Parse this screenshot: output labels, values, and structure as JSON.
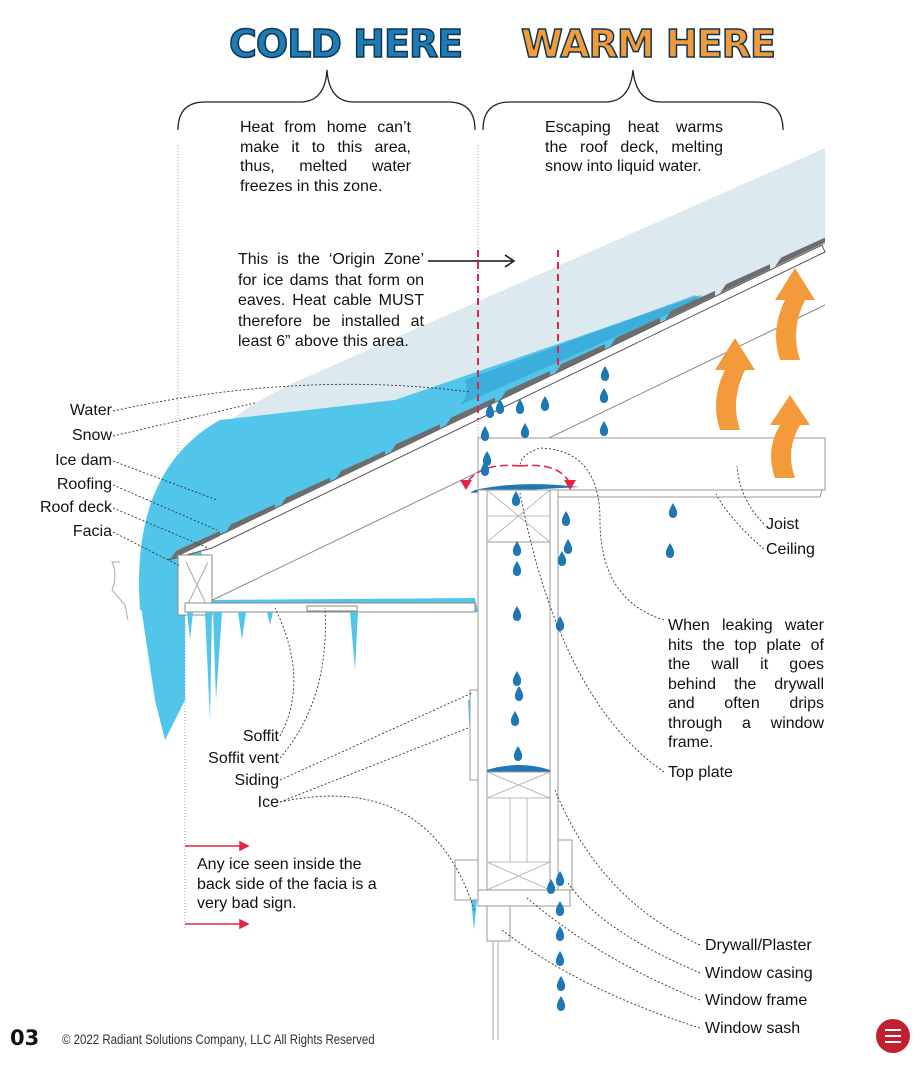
{
  "headers": {
    "cold": "COLD HERE",
    "warm": "WARM HERE"
  },
  "notes": {
    "cold_zone": "Heat from home can’t make it to this area, thus, melted water freezes in this zone.",
    "warm_zone": "Escaping heat warms the roof deck, melting snow into liquid water.",
    "origin_zone": "This is the ‘Origin Zone’ for ice dams that form on eaves. Heat cable MUST therefore be installed at least 6” above this area.",
    "facia_ice": "Any ice seen inside the back side of the facia is a very bad sign.",
    "leaking_water": "When leaking water hits the top plate of the wall it goes behind the drywall and often drips through a window frame."
  },
  "labels": {
    "water": "Water",
    "snow": "Snow",
    "ice_dam": "Ice dam",
    "roofing": "Roofing",
    "roof_deck": "Roof deck",
    "facia": "Facia",
    "soffit": "Soffit",
    "soffit_vent": "Soffit vent",
    "siding": "Siding",
    "ice": "Ice",
    "joist": "Joist",
    "ceiling": "Ceiling",
    "top_plate": "Top plate",
    "drywall": "Drywall/Plaster",
    "window_casing": "Window casing",
    "window_frame": "Window frame",
    "window_sash": "Window sash"
  },
  "footer": {
    "page": "03",
    "copyright": "© 2022 Radiant Solutions Company, LLC All Rights Reserved",
    "menu_icon": "menu-icon"
  },
  "colors": {
    "cold": "#1f7bb6",
    "warm": "#f39a3a",
    "water": "#52c5ea",
    "snow": "#dceaf0",
    "drop": "#1e78b4",
    "red": "#e2234a",
    "roofing": "#6d6d6d"
  }
}
